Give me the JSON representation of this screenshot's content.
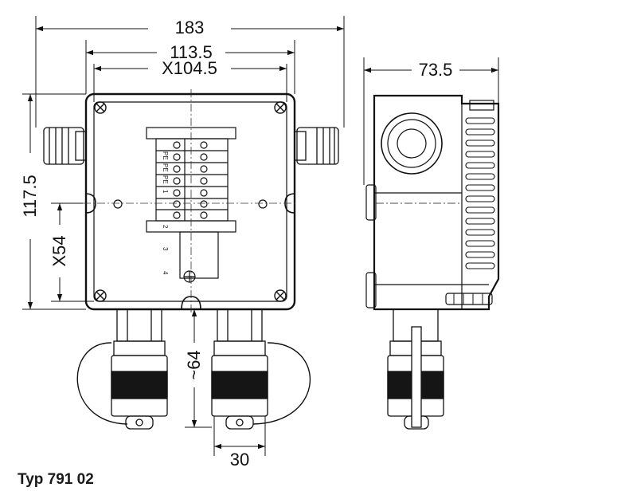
{
  "caption": "Typ 791 02",
  "dimensions": {
    "overall_width": "183",
    "gland_span": "113.5",
    "mount_x": "X104.5",
    "height": "117.5",
    "mount_y": "X54",
    "plug_length": "~64",
    "depth": "73.5",
    "plug_width": "30"
  },
  "terminal_labels": [
    "PE",
    "PE",
    "PE",
    "1",
    "2",
    "3",
    "4"
  ]
}
